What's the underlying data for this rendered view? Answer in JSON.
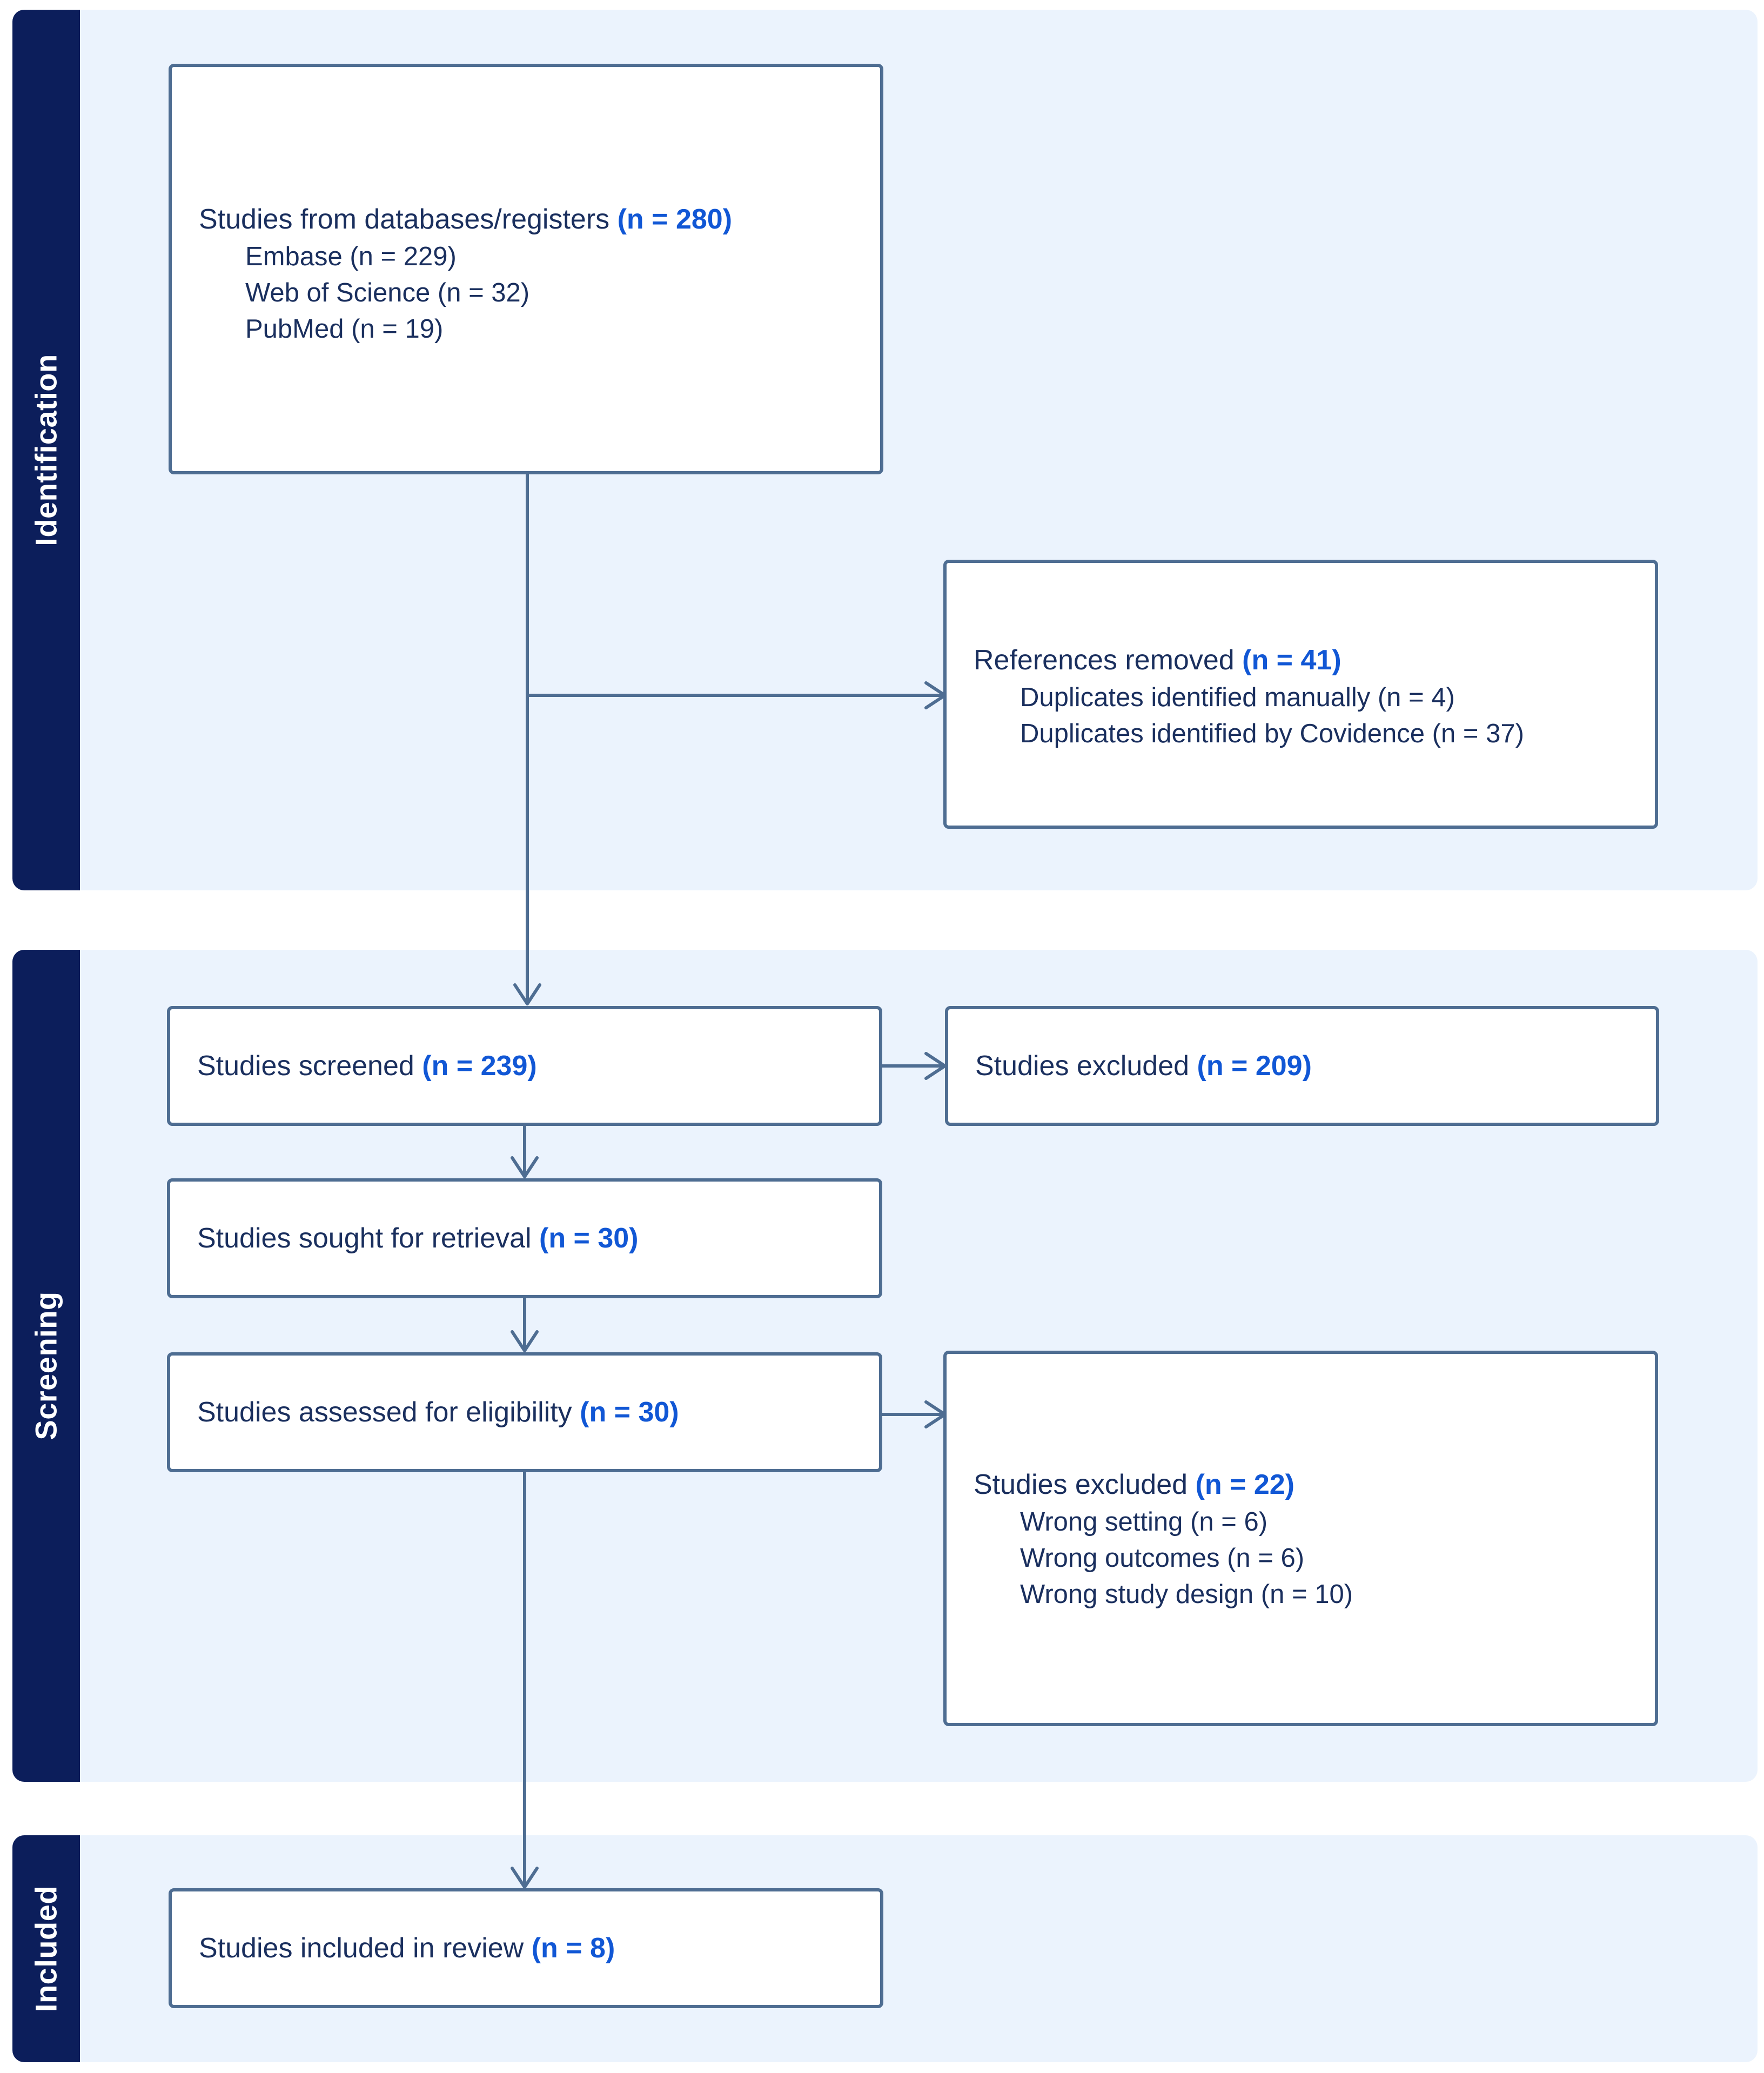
{
  "stages": {
    "identification": "Identification",
    "screening": "Screening",
    "included": "Included"
  },
  "boxes": {
    "databases": {
      "title": "Studies from databases/registers",
      "count": "(n = 280)",
      "items": [
        "Embase (n = 229)",
        "Web of Science (n = 32)",
        "PubMed (n = 19)"
      ]
    },
    "removed": {
      "title": "References removed",
      "count": "(n = 41)",
      "items": [
        "Duplicates identified manually (n = 4)",
        "Duplicates identified by Covidence (n = 37)"
      ]
    },
    "screened": {
      "title": "Studies screened",
      "count": "(n = 239)"
    },
    "excluded_screening": {
      "title": "Studies excluded",
      "count": "(n = 209)"
    },
    "retrieval": {
      "title": "Studies sought for retrieval",
      "count": "(n = 30)"
    },
    "eligibility": {
      "title": "Studies assessed for eligibility",
      "count": "(n = 30)"
    },
    "excluded_eligibility": {
      "title": "Studies excluded",
      "count": "(n = 22)",
      "items": [
        "Wrong setting (n = 6)",
        "Wrong outcomes (n = 6)",
        "Wrong study design (n = 10)"
      ]
    },
    "included": {
      "title": "Studies included in review",
      "count": "(n = 8)"
    }
  },
  "colors": {
    "panel_background": "#ebf3fd",
    "stage_sidebar": "#0c1e5b",
    "box_border": "#4e6d92",
    "text": "#1a2f5e",
    "count_highlight": "#1157d5",
    "arrow": "#4e6d92"
  }
}
